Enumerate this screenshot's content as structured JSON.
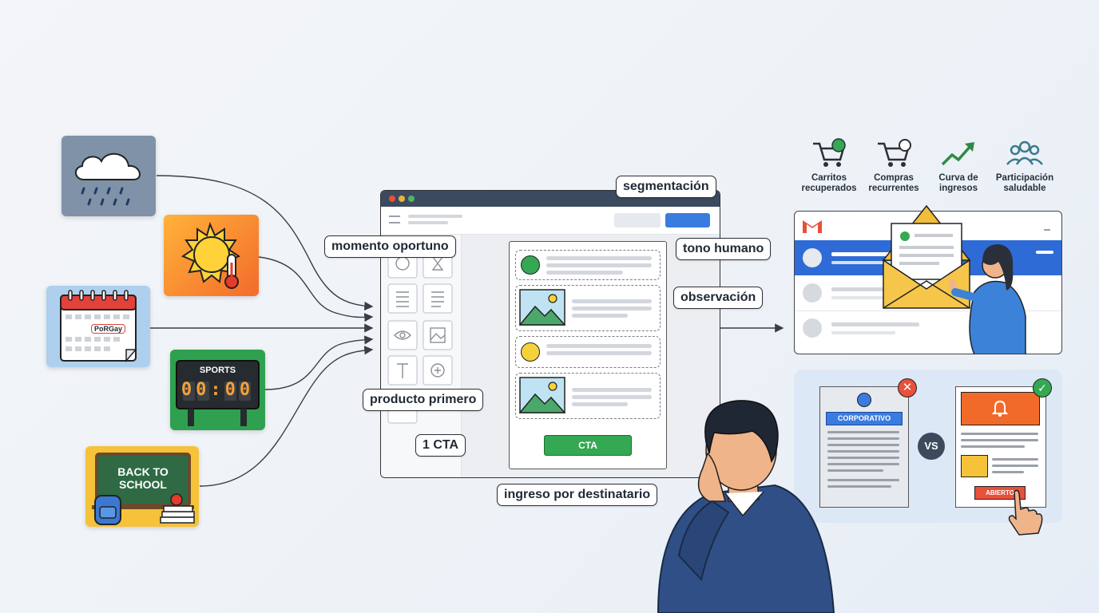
{
  "inputs": {
    "calendar_text": "PoRGay",
    "sports_title": "SPORTS",
    "sports_score": "00:00",
    "school_text_1": "BACK TO",
    "school_text_2": "SCHOOL"
  },
  "labels": {
    "segmentacion": "segmentación",
    "momento": "momento oportuno",
    "tono": "tono humano",
    "observacion": "observación",
    "producto": "producto primero",
    "cta": "1 CTA",
    "ingreso": "ingreso por destinatario"
  },
  "editor": {
    "cta_button": "CTA"
  },
  "metrics": [
    {
      "line1": "Carritos",
      "line2": "recuperados",
      "icon": "cart-check-icon"
    },
    {
      "line1": "Compras",
      "line2": "recurrentes",
      "icon": "cart-repeat-icon"
    },
    {
      "line1": "Curva de",
      "line2": "ingresos",
      "icon": "trend-up-icon"
    },
    {
      "line1": "Participación",
      "line2": "saludable",
      "icon": "people-icon"
    }
  ],
  "comparison": {
    "corporate_label": "CORPORATIVO",
    "vs": "VS",
    "open_label": "ABIERTO"
  },
  "colors": {
    "blue_accent": "#3a7be0",
    "green_cta": "#34a853",
    "red_reject": "#e8503a",
    "orange_header": "#f26a2a",
    "navy_suit": "#2f4f86"
  }
}
